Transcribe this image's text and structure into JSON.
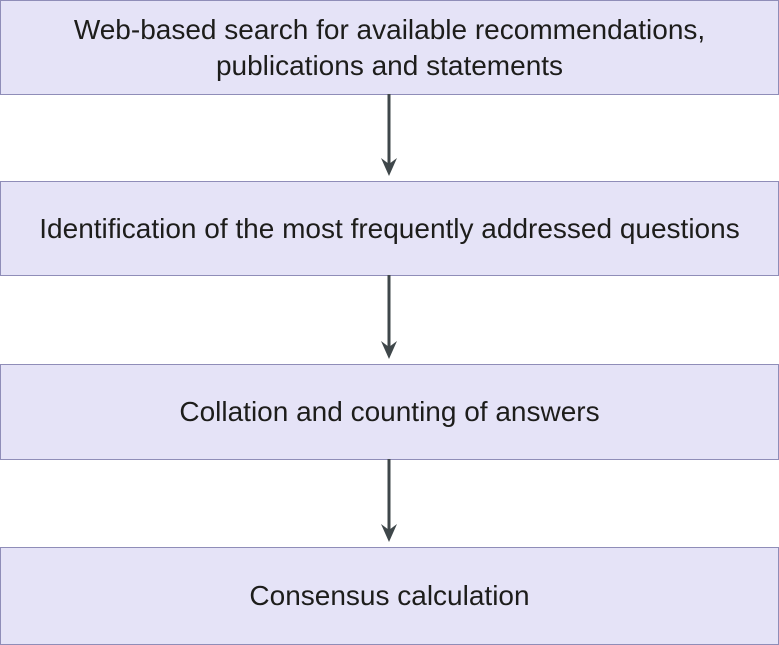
{
  "diagram": {
    "type": "flowchart",
    "steps": [
      {
        "label": "Web-based search for available recommendations,\npublications and statements"
      },
      {
        "label": "Identification of the most frequently addressed questions"
      },
      {
        "label": "Collation and counting of answers"
      },
      {
        "label": "Consensus calculation"
      }
    ],
    "connectors": [
      {
        "from": 0,
        "to": 1
      },
      {
        "from": 1,
        "to": 2
      },
      {
        "from": 2,
        "to": 3
      }
    ],
    "colors": {
      "box_fill": "#e5e3f7",
      "box_border": "#8f8db8",
      "arrow": "#3f474a",
      "text": "#1d1d1b"
    }
  }
}
